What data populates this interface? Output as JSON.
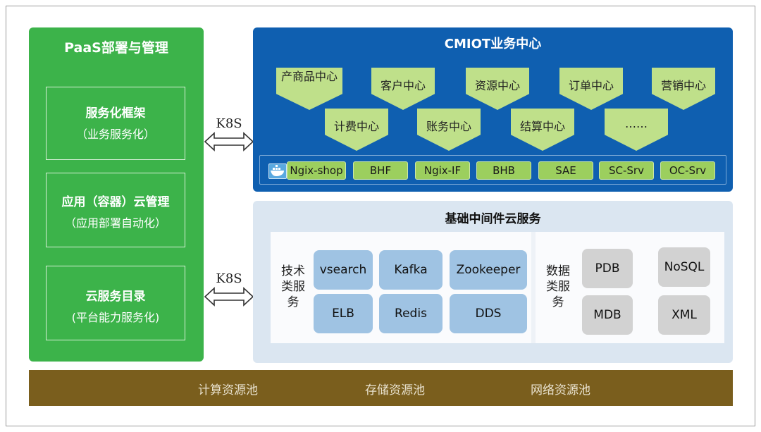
{
  "paas": {
    "title": "PaaS部署与管理",
    "boxes": [
      {
        "line1": "服务化框架",
        "line2": "（业务服务化）"
      },
      {
        "line1": "应用（容器）云管理",
        "line2": "（应用部署自动化）"
      },
      {
        "line1": "云服务目录",
        "line2": "(平台能力服务化)"
      }
    ]
  },
  "k8s": {
    "top": "K8S",
    "bottom": "K8S"
  },
  "cmiot": {
    "title": "CMIOT业务中心",
    "centers_row1": [
      "产商品中心",
      "客户中心",
      "资源中心",
      "订单中心",
      "营销中心"
    ],
    "centers_row2": [
      "计费中心",
      "账务中心",
      "结算中心",
      "……"
    ],
    "containers": [
      "Ngix-shop",
      "BHF",
      "Ngix-IF",
      "BHB",
      "SAE",
      "SC-Srv",
      "OC-Srv"
    ]
  },
  "middleware": {
    "title": "基础中间件云服务",
    "tech_label": "技术类服务",
    "tech_items": [
      "vsearch",
      "Kafka",
      "Zookeeper",
      "ELB",
      "Redis",
      "DDS"
    ],
    "data_label": "数据类服务",
    "data_items": [
      "PDB",
      "NoSQL",
      "MDB",
      "XML"
    ]
  },
  "resources": [
    "计算资源池",
    "存储资源池",
    "网络资源池"
  ],
  "colors": {
    "paas": "#3cb34a",
    "cmiot": "#0f5fb0",
    "center_tag": "#bfe08a",
    "container_chip": "#9ccf5e",
    "middleware_bg": "#dbe6f1",
    "tech_box": "#9fc3e3",
    "data_box": "#d2d2d2",
    "resource_bar": "#7a5e1d"
  },
  "icons": {
    "docker": "docker-whale-icon",
    "arrow": "double-arrow-icon"
  }
}
